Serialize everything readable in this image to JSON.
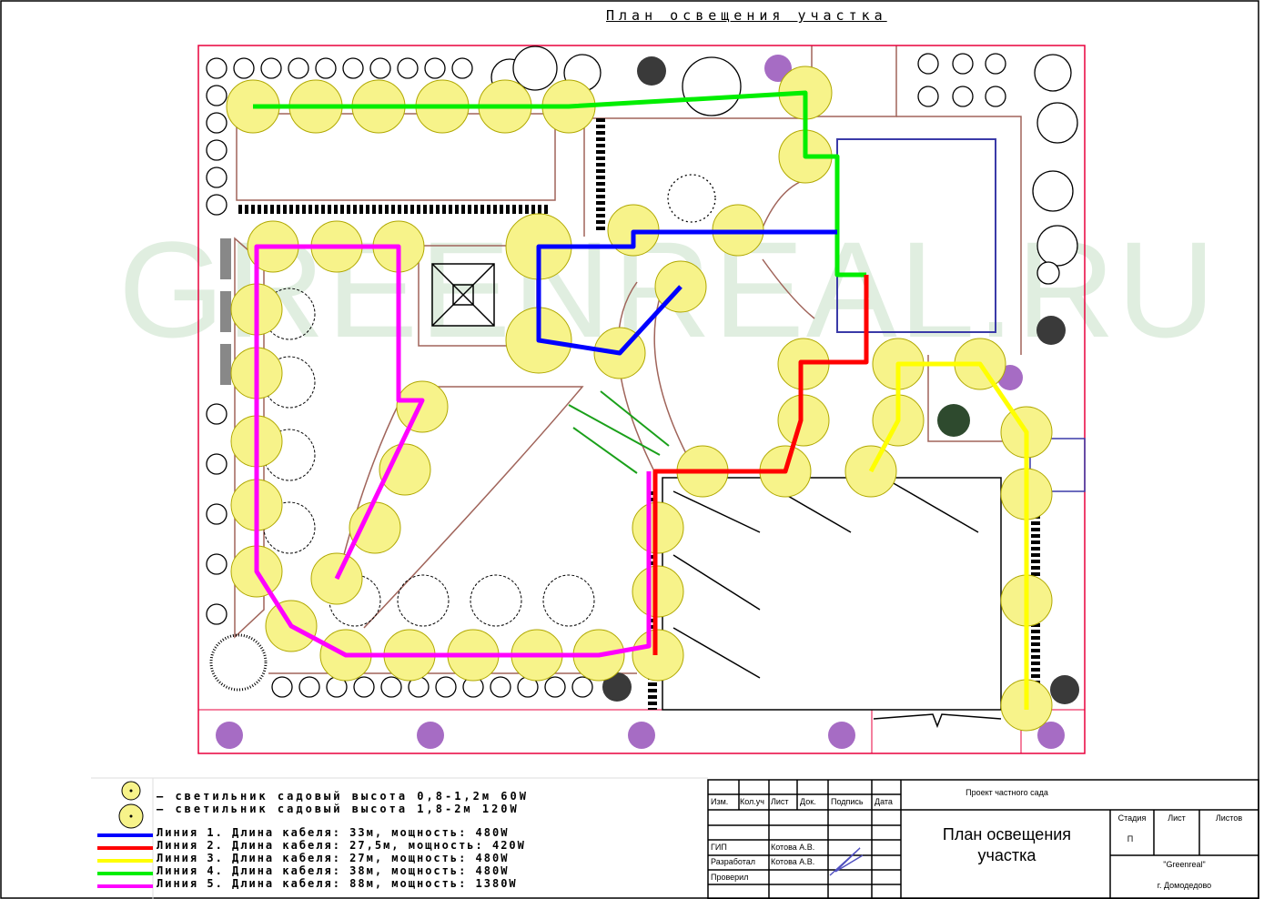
{
  "title": "План освещения участка",
  "watermark": "GREENREAL.RU",
  "colors": {
    "line1": "#0000ff",
    "line2": "#ff0000",
    "line3": "#ffff00",
    "line4": "#00ee00",
    "line5": "#ff00ff",
    "lamp": "#f7f38a",
    "boundary": "#e8003c",
    "path": "#a0645a",
    "house": "#3a3aa8"
  },
  "legend": {
    "lamp_small": "– светильник садовый высота 0,8-1,2м 60W",
    "lamp_large": "– светильник садовый высота 1,8-2м 120W",
    "lines": [
      {
        "label": "Линия 1. Длина кабеля: 33м, мощность: 480W",
        "color": "#0000ff"
      },
      {
        "label": "Линия 2. Длина кабеля: 27,5м, мощность: 420W",
        "color": "#ff0000"
      },
      {
        "label": "Линия 3. Длина кабеля: 27м, мощность: 480W",
        "color": "#ffff00"
      },
      {
        "label": "Линия 4. Длина кабеля: 38м, мощность: 480W",
        "color": "#00ee00"
      },
      {
        "label": "Линия 5. Длина кабеля: 88м, мощность: 1380W",
        "color": "#ff00ff"
      }
    ]
  },
  "title_block": {
    "headers": [
      "Изм.",
      "Кол.уч",
      "Лист",
      "Док.",
      "Подпись",
      "Дата"
    ],
    "roles": [
      "ГИП",
      "Разработал",
      "Проверил"
    ],
    "names": [
      "Котова А.В.",
      "Котова А.В."
    ],
    "project": "Проект частного сада",
    "sheet_title_1": "План освещения",
    "sheet_title_2": "участка",
    "stage_label": "Стадия",
    "sheet_label": "Лист",
    "sheets_label": "Листов",
    "stage": "П",
    "company": "\"Greenreal\"",
    "city": "г. Домодедово"
  }
}
